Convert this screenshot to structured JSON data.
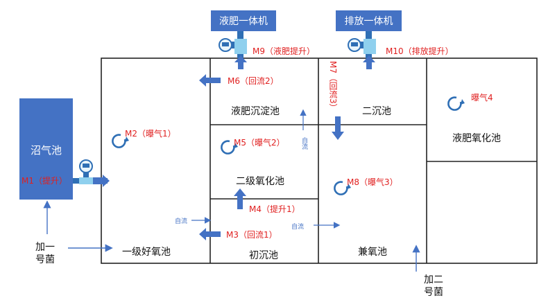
{
  "units": {
    "biogas": "沼气池",
    "fert_machine": "液肥一体机",
    "drain_machine": "排放一体机",
    "primary_aerobic": "一级好氧池",
    "fert_settling": "液肥沉淀池",
    "secondary_oxidation": "二级氧化池",
    "primary_settling": "初沉池",
    "secondary_settling": "二沉池",
    "anoxic": "兼氧池",
    "fert_oxidation": "液肥氧化池"
  },
  "motors": {
    "m1": "M1（提升）",
    "m2": "M2（曝气1）",
    "m3": "M3（回流1）",
    "m4": "M4（提升1）",
    "m5": "M5（曝气2）",
    "m6": "M6（回流2）",
    "m7": "M7（回流3）",
    "m8": "M8（曝气3）",
    "m9": "M9（液肥提升）",
    "m10": "M10（排放提升）",
    "aer4": "曝气4"
  },
  "flow": {
    "gravity_left": "自流",
    "gravity_mid": "自流",
    "gravity_vertical": "自流"
  },
  "bacteria": {
    "add_one": "加一\n号菌",
    "add_two": "加二\n号菌"
  },
  "colors": {
    "accent_blue": "#4472c4",
    "motor_red": "#e02020"
  }
}
